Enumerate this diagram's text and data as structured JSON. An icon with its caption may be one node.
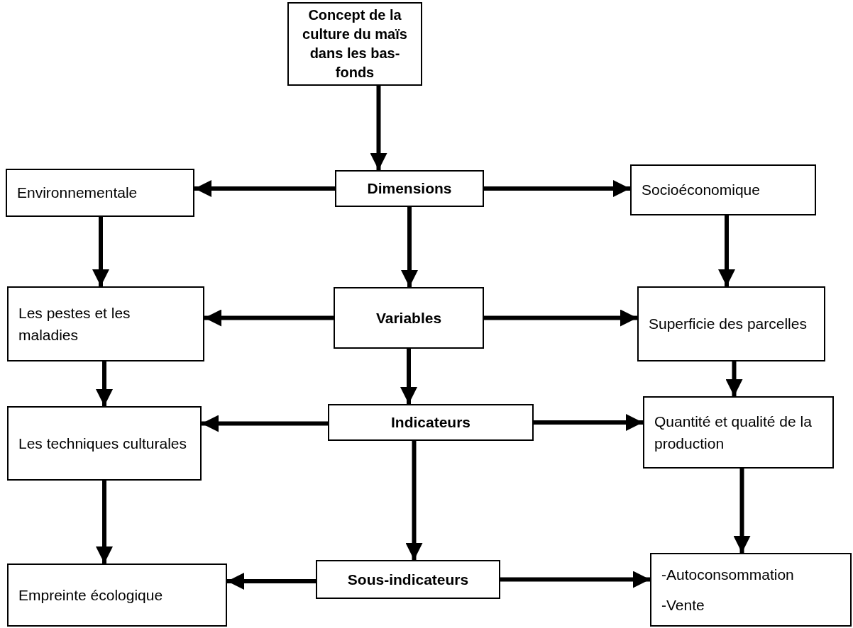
{
  "diagram": {
    "nodes": [
      {
        "text": [
          "Concept de la culture du maïs dans les bas-fonds"
        ]
      },
      {
        "text": [
          "Dimensions"
        ]
      },
      {
        "text": [
          "Environnementale"
        ]
      },
      {
        "text": [
          "Socioéconomique"
        ]
      },
      {
        "text": [
          "Les pestes et les maladies"
        ]
      },
      {
        "text": [
          "Variables"
        ]
      },
      {
        "text": [
          "Superficie des parcelles"
        ]
      },
      {
        "text": [
          "Les techniques culturales"
        ]
      },
      {
        "text": [
          "Indicateurs"
        ]
      },
      {
        "text": [
          "Quantité et qualité de la production"
        ]
      },
      {
        "text": [
          "Empreinte écologique"
        ]
      },
      {
        "text": [
          "Sous-indicateurs"
        ]
      },
      {
        "text": [
          "-Autoconsommation",
          "-Vente"
        ]
      }
    ],
    "edges": [
      {
        "from": 0,
        "to": 1,
        "arrow": "to"
      },
      {
        "from": 1,
        "to": 2,
        "arrow": "to"
      },
      {
        "from": 1,
        "to": 3,
        "arrow": "to"
      },
      {
        "from": 1,
        "to": 5,
        "arrow": "to"
      },
      {
        "from": 2,
        "to": 4,
        "arrow": "to"
      },
      {
        "from": 3,
        "to": 6,
        "arrow": "to"
      },
      {
        "from": 5,
        "to": 4,
        "arrow": "to"
      },
      {
        "from": 5,
        "to": 6,
        "arrow": "to"
      },
      {
        "from": 5,
        "to": 8,
        "arrow": "to"
      },
      {
        "from": 4,
        "to": 7,
        "arrow": "to"
      },
      {
        "from": 6,
        "to": 9,
        "arrow": "to"
      },
      {
        "from": 8,
        "to": 7,
        "arrow": "to"
      },
      {
        "from": 8,
        "to": 9,
        "arrow": "to"
      },
      {
        "from": 8,
        "to": 11,
        "arrow": "to"
      },
      {
        "from": 7,
        "to": 10,
        "arrow": "to"
      },
      {
        "from": 9,
        "to": 12,
        "arrow": "to"
      },
      {
        "from": 11,
        "to": 10,
        "arrow": "to"
      },
      {
        "from": 11,
        "to": 12,
        "arrow": "to"
      }
    ]
  }
}
